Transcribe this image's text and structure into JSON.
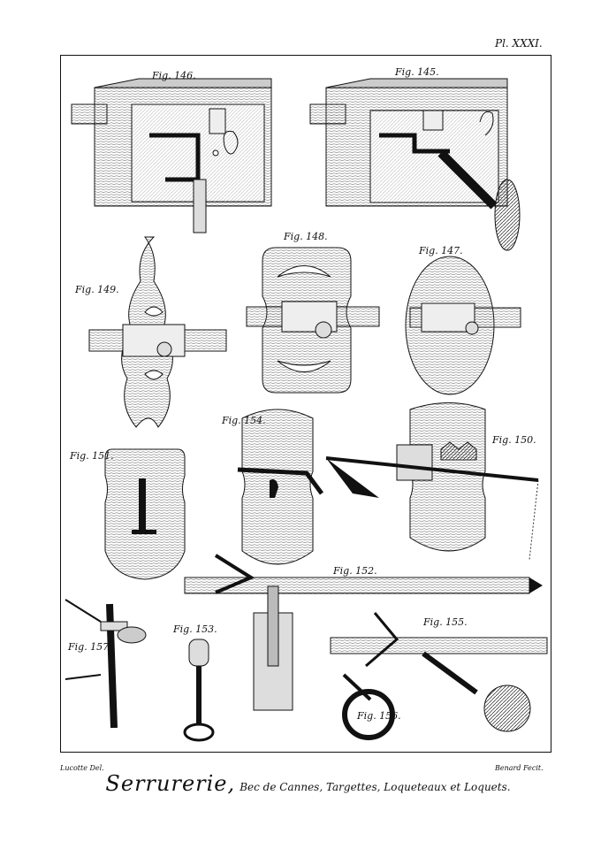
{
  "plate": {
    "number": "Pl. XXXI."
  },
  "figures": {
    "f146": "Fig. 146.",
    "f145": "Fig. 145.",
    "f148": "Fig. 148.",
    "f147": "Fig. 147.",
    "f149": "Fig. 149.",
    "f154": "Fig. 154.",
    "f150": "Fig. 150.",
    "f151": "Fig. 151.",
    "f152": "Fig. 152.",
    "f153": "Fig. 153.",
    "f155": "Fig. 155.",
    "f157": "Fig. 157.",
    "f156": "Fig. 156."
  },
  "credits": {
    "left": "Lucotte Del.",
    "right": "Benard Fecit."
  },
  "title": {
    "main": "Serrurerie,",
    "sub": "Bec de Cannes, Targettes, Loqueteaux et Loquets."
  },
  "colors": {
    "ink": "#111111",
    "wood": "#9a7a55",
    "paper": "#ffffff"
  }
}
